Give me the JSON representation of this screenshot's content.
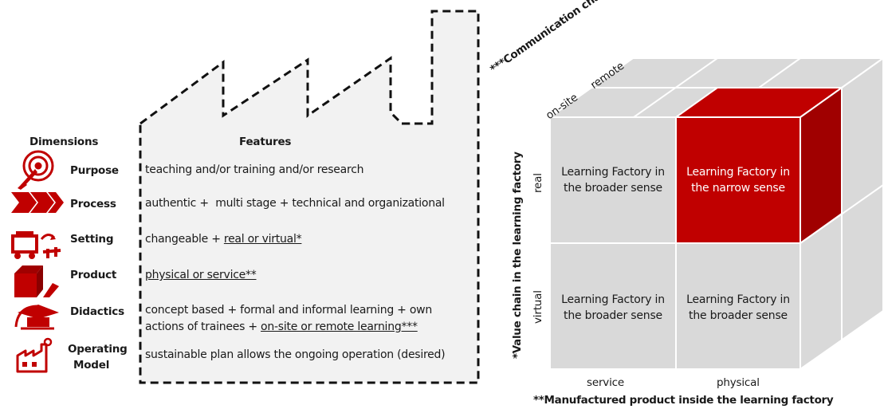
{
  "left": {
    "dimensions_header": "Dimensions",
    "features_header": "Features",
    "rows": [
      {
        "icon": "target-icon",
        "dimension": "Purpose",
        "feature_parts": [
          {
            "text": "teaching and/or training and/or research",
            "underline": false
          }
        ]
      },
      {
        "icon": "process-arrows-icon",
        "dimension": "Process",
        "feature_parts": [
          {
            "text": "authentic +  multi stage + technical and organizational",
            "underline": false
          }
        ]
      },
      {
        "icon": "setting-icon",
        "dimension": "Setting",
        "feature_parts": [
          {
            "text": "changeable + ",
            "underline": false
          },
          {
            "text": "real or virtual*",
            "underline": true
          }
        ]
      },
      {
        "icon": "product-box-icon",
        "dimension": "Product",
        "feature_parts": [
          {
            "text": "physical or service**",
            "underline": true
          }
        ]
      },
      {
        "icon": "graduation-cap-icon",
        "dimension": "Didactics",
        "feature_parts": [
          {
            "text": "concept based + formal and informal learning + own",
            "underline": false
          }
        ],
        "feature_line2_parts": [
          {
            "text": "actions of trainees + ",
            "underline": false
          },
          {
            "text": "on-site or remote learning***",
            "underline": true
          }
        ]
      },
      {
        "icon": "factory-icon",
        "dimension_line1": "Operating",
        "dimension_line2": "Model",
        "feature_parts": [
          {
            "text": "sustainable plan allows the ongoing operation (desired)",
            "underline": false
          }
        ]
      }
    ]
  },
  "cube": {
    "depth_axis_title": "***Communication channel",
    "depth_labels": [
      "on-site",
      "remote"
    ],
    "vertical_axis_title": "*Value chain in the learning factory",
    "vertical_labels": [
      "real",
      "virtual"
    ],
    "horizontal_axis_title": "**Manufactured product inside the learning factory",
    "horizontal_labels": [
      "service",
      "physical"
    ],
    "cells": [
      {
        "line1": "Learning Factory in",
        "line2": "the broader sense",
        "highlight": false
      },
      {
        "line1": "Learning Factory in",
        "line2": "the narrow sense",
        "highlight": true
      },
      {
        "line1": "Learning Factory in",
        "line2": "the broader sense",
        "highlight": false
      },
      {
        "line1": "Learning Factory in",
        "line2": "the broader sense",
        "highlight": false
      }
    ]
  },
  "colors": {
    "accent": "#c00000",
    "cube_gray": "#d9d9d9",
    "cube_dark": "#bfbfbf",
    "factory_fill": "#f2f2f2"
  }
}
